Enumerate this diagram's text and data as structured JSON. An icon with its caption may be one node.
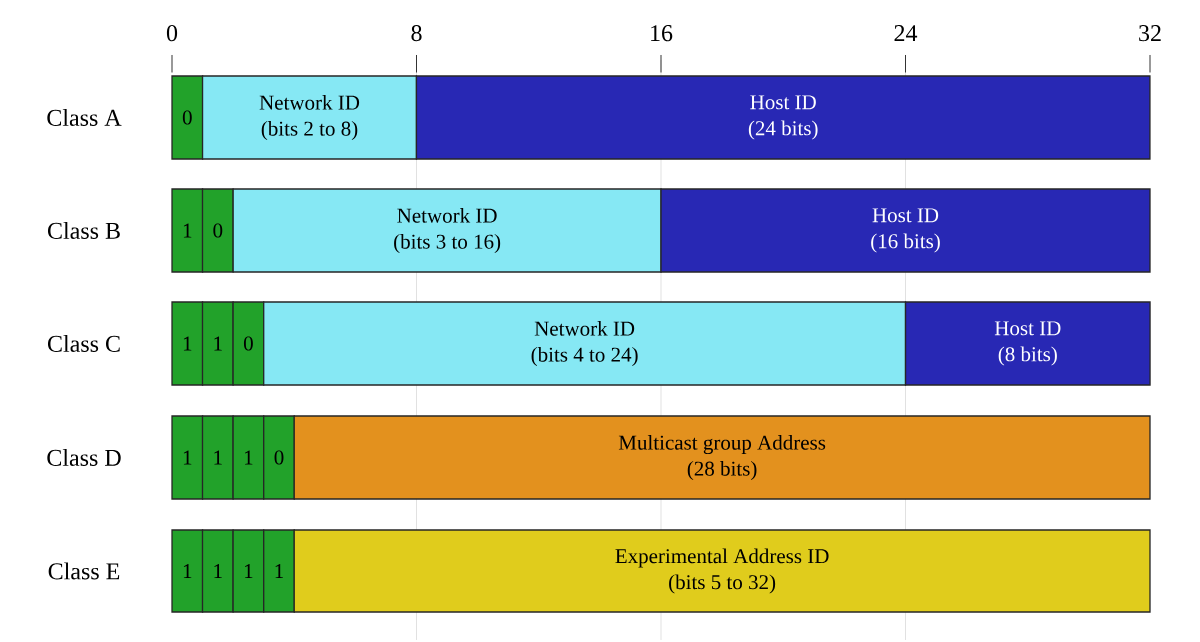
{
  "diagram": {
    "nodes": [
      {
        "text": [
          "0"
        ]
      },
      {
        "text": [
          "Network ID",
          "(bits 2 to 8)"
        ]
      },
      {
        "text": [
          "Host ID",
          "(24 bits)"
        ]
      },
      {
        "text": [
          "1"
        ]
      },
      {
        "text": [
          "0"
        ]
      },
      {
        "text": [
          "Network ID",
          "(bits 3 to 16)"
        ]
      },
      {
        "text": [
          "Host ID",
          "(16 bits)"
        ]
      },
      {
        "text": [
          "1"
        ]
      },
      {
        "text": [
          "1"
        ]
      },
      {
        "text": [
          "0"
        ]
      },
      {
        "text": [
          "Network ID",
          "(bits 4 to 24)"
        ]
      },
      {
        "text": [
          "Host ID",
          "(8 bits)"
        ]
      },
      {
        "text": [
          "1"
        ]
      },
      {
        "text": [
          "1"
        ]
      },
      {
        "text": [
          "1"
        ]
      },
      {
        "text": [
          "0"
        ]
      },
      {
        "text": [
          "Multicast group Address",
          "(28 bits)"
        ]
      },
      {
        "text": [
          "1"
        ]
      },
      {
        "text": [
          "1"
        ]
      },
      {
        "text": [
          "1"
        ]
      },
      {
        "text": [
          "1"
        ]
      },
      {
        "text": [
          "Experimental Address ID",
          "(bits 5 to 32)"
        ]
      }
    ],
    "labels": [
      "0",
      "8",
      "16",
      "24",
      "32",
      "Class A",
      "Class B",
      "Class C",
      "Class D",
      "Class E"
    ]
  }
}
